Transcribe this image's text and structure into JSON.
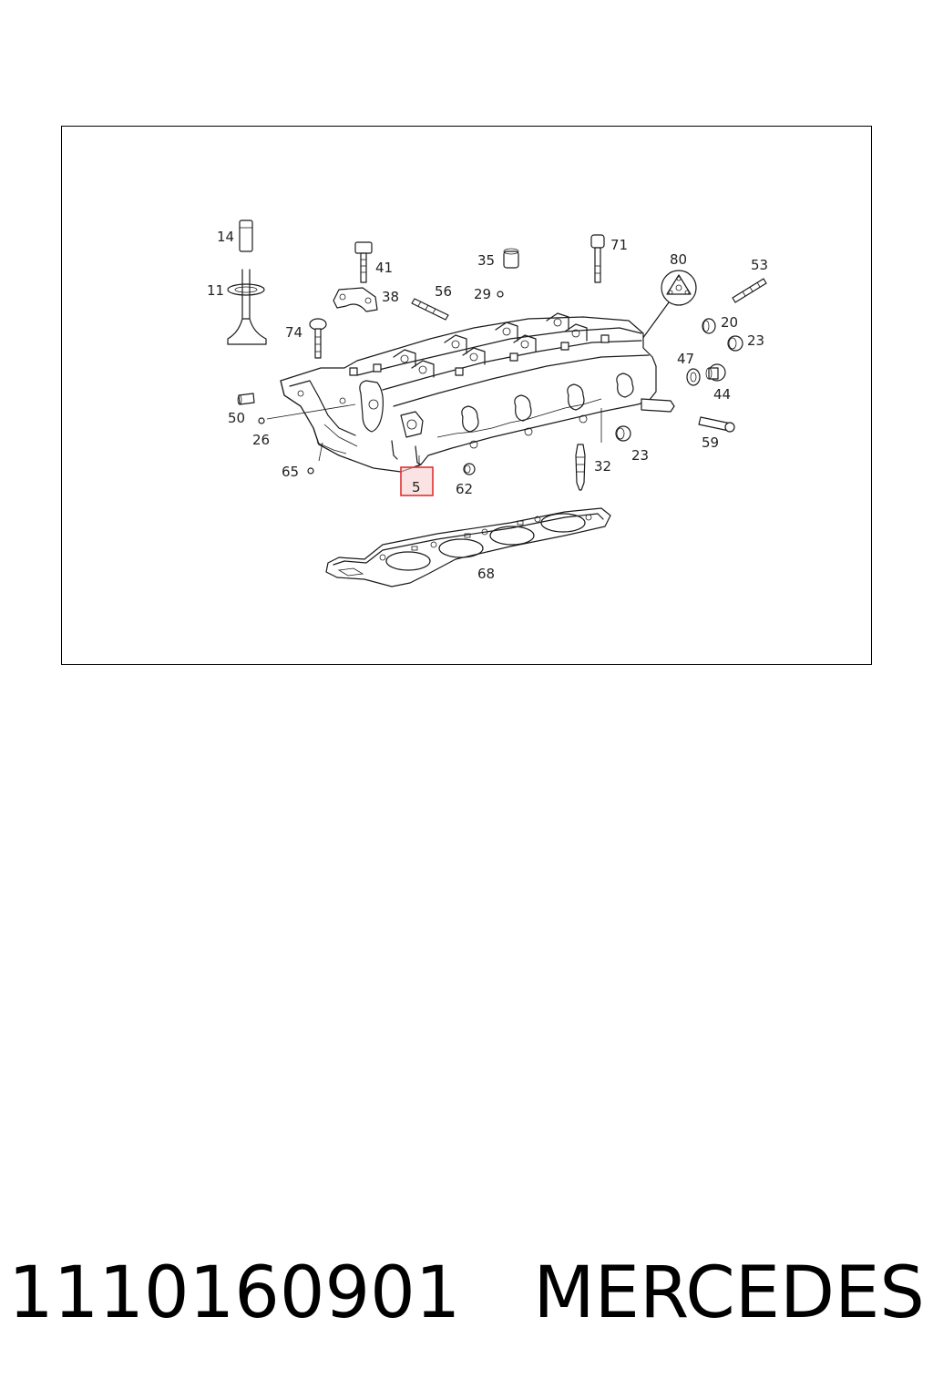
{
  "diagram": {
    "labels": {
      "p14": "14",
      "p11": "11",
      "p41": "41",
      "p38": "38",
      "p74": "74",
      "p35": "35",
      "p29": "29",
      "p56": "56",
      "p71": "71",
      "p80": "80",
      "p53": "53",
      "p20": "20",
      "p23a": "23",
      "p47": "47",
      "p44": "44",
      "p50": "50",
      "p26": "26",
      "p65": "65",
      "p5": "5",
      "p62": "62",
      "p32": "32",
      "p23b": "23",
      "p59": "59",
      "p68": "68"
    },
    "highlight_color": "#e03030",
    "highlight_fill": "#f8d0d0"
  },
  "caption": {
    "part_number": "1110160901",
    "brand": "MERCEDES"
  }
}
